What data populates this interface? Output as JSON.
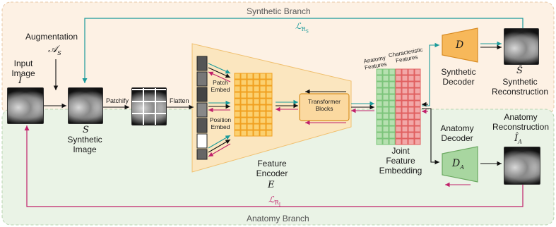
{
  "branches": {
    "synthetic": "Synthetic Branch",
    "anatomy": "Anatomy Branch"
  },
  "losses": {
    "synthetic": "ℒ_RS",
    "anatomy": "ℒ_RI"
  },
  "input": {
    "title": "Input Image",
    "symbol": "I"
  },
  "augmentation": {
    "title": "Augmentation",
    "symbol": "𝒜S"
  },
  "synthetic_image": {
    "symbol": "S",
    "title": "Synthetic Image"
  },
  "steps": {
    "patchify": "Patchify",
    "flatten": "Flatten"
  },
  "encoder": {
    "patch_embed": "Patch Embed",
    "position_embed": "Position Embed",
    "transformer": "Transformer Blocks",
    "title": "Feature Encoder",
    "symbol": "E"
  },
  "embedding": {
    "anatomy_features": "Anatomy Features",
    "characteristic_features": "Characteristic Features",
    "title": "Joint Feature Embedding"
  },
  "synthetic_decoder": {
    "symbol": "D",
    "title": "Synthetic Decoder"
  },
  "anatomy_decoder": {
    "symbol": "DA",
    "title": "Anatomy Decoder"
  },
  "synthetic_reconstruction": {
    "symbol": "Ŝ",
    "title": "Synthetic Reconstruction"
  },
  "anatomy_reconstruction": {
    "symbol": "ÎA",
    "title": "Anatomy Reconstruction"
  },
  "colors": {
    "synthetic_bg": "#fdf1e4",
    "anatomy_bg": "#eaf3e6",
    "encoder_fill": "#fbe6bf",
    "grid_orange": "#f0a020",
    "teal": "#1a9a9a",
    "magenta": "#c0206a",
    "green_feat": "#7cc47a",
    "red_feat": "#e06060"
  }
}
